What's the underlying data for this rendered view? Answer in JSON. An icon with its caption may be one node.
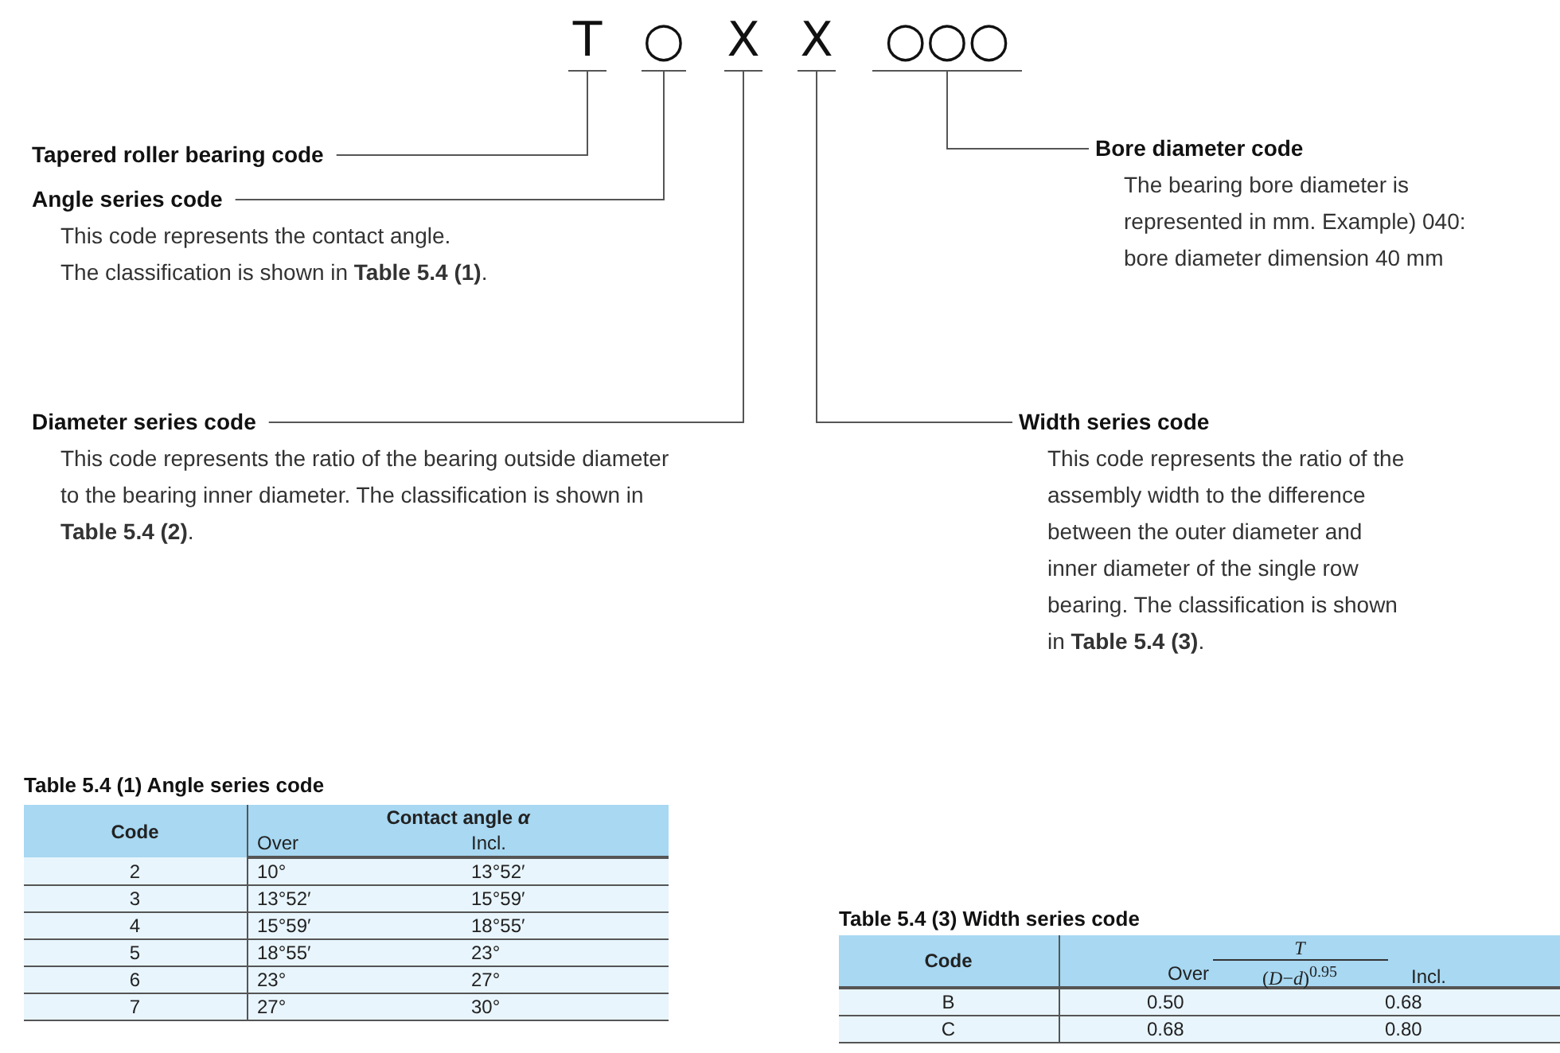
{
  "diagram": {
    "nodes": [
      {
        "text": [
          "T"
        ]
      },
      {
        "text": [
          "○"
        ]
      },
      {
        "text": [
          "X"
        ]
      },
      {
        "text": [
          "X"
        ]
      },
      {
        "text": [
          "○○○"
        ]
      },
      {
        "text": [
          "Tapered roller bearing code"
        ]
      },
      {
        "text": [
          "Angle series code",
          "This code represents the contact angle. The classification is shown in **Table 5.4 (1)**."
        ]
      },
      {
        "text": [
          "Diameter series code",
          "This code represents the ratio of the bearing outside diameter to the bearing inner diameter. The classification is shown in **Table 5.4 (2)**."
        ]
      },
      {
        "text": [
          "Width series code",
          "This code represents the ratio of the assembly width to the difference between the outer diameter and inner diameter of the single row bearing. The classification is shown in **Table 5.4 (3)**."
        ]
      },
      {
        "text": [
          "Bore diameter code",
          "The bearing bore diameter is represented in mm. Example) 040: bore diameter dimension 40 mm"
        ]
      }
    ],
    "edges": [
      {
        "from": 0,
        "to": 5,
        "arrow": "none"
      },
      {
        "from": 1,
        "to": 6,
        "arrow": "none"
      },
      {
        "from": 2,
        "to": 7,
        "arrow": "none"
      },
      {
        "from": 3,
        "to": 8,
        "arrow": "none"
      },
      {
        "from": 4,
        "to": 9,
        "arrow": "none"
      }
    ],
    "labels": [
      "Table 5.4 (1) Angle series code",
      "Code",
      "Contact angle *α*",
      "Over",
      "Incl.",
      "2",
      "10°",
      "13°52′",
      "3",
      "13°52′",
      "15°59′",
      "4",
      "15°59′",
      "18°55′",
      "5",
      "18°55′",
      "23°",
      "6",
      "23°",
      "27°",
      "7",
      "27°",
      "30°",
      "Table 5.4 (3) Width series code",
      "Code",
      "*T*",
      "(*D*−*d*)$^{0.95}$",
      "Over",
      "Incl.",
      "B",
      "0.50",
      "0.68",
      "C",
      "0.68",
      "0.80"
    ]
  }
}
